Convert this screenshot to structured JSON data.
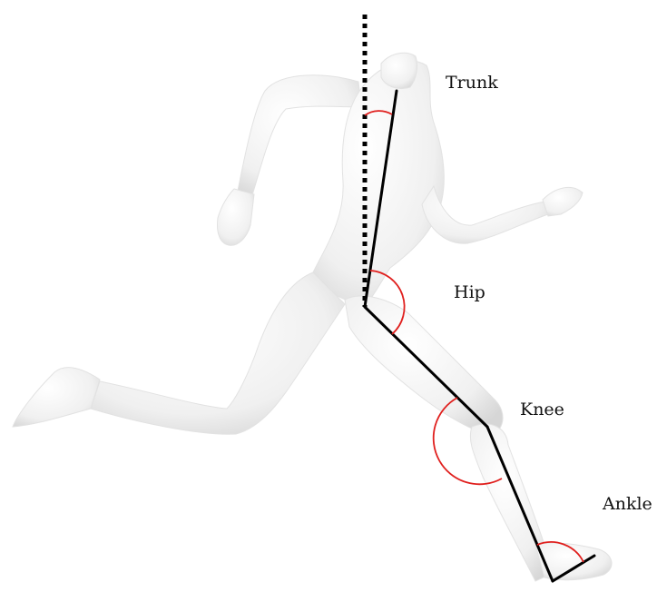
{
  "labels": {
    "trunk": "Trunk",
    "hip": "Hip",
    "knee": "Knee",
    "ankle": "Ankle"
  },
  "colors": {
    "body": "#f1f1f1",
    "body_shade": "#d9d9d9",
    "segment_line": "#000000",
    "angle_arc": "#e0201e",
    "vertical_reference": "#000000"
  }
}
